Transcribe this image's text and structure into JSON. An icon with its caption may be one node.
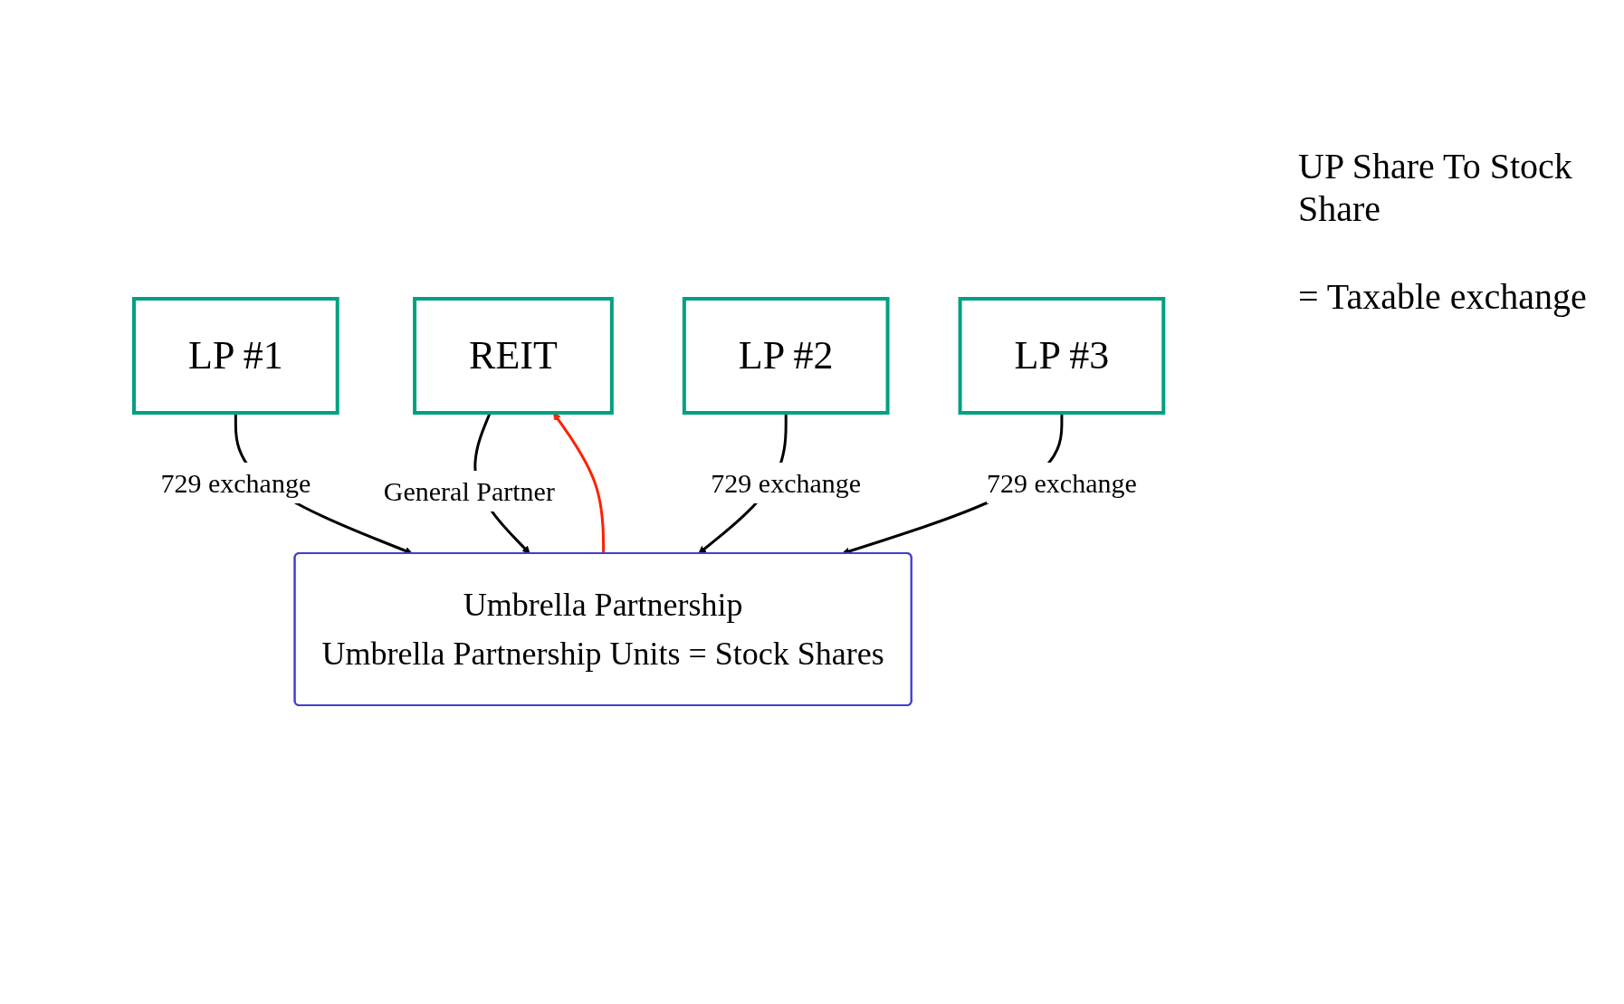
{
  "diagram": {
    "nodes": [
      {
        "text": [
          "REIT"
        ]
      },
      {
        "text": [
          "Umbrella Partnership",
          "Umbrella Partnership Units = Stock Shares"
        ]
      },
      {
        "text": [
          "LP #1"
        ]
      },
      {
        "text": [
          "LP #2"
        ]
      },
      {
        "text": [
          "LP #3"
        ]
      }
    ],
    "edges": [
      {
        "from": 0,
        "to": 1,
        "arrow": "to",
        "label": "General Partner"
      },
      {
        "from": 2,
        "to": 1,
        "arrow": "to",
        "label": "729 exchange"
      },
      {
        "from": 3,
        "to": 1,
        "arrow": "to",
        "label": "729 exchange"
      },
      {
        "from": 4,
        "to": 1,
        "arrow": "to",
        "label": "729 exchange"
      },
      {
        "from": 1,
        "to": 0,
        "arrow": "to",
        "color": "#ff2000"
      }
    ],
    "labels": [
      "UP Share To Stock Share",
      "= Taxable exchange"
    ]
  }
}
